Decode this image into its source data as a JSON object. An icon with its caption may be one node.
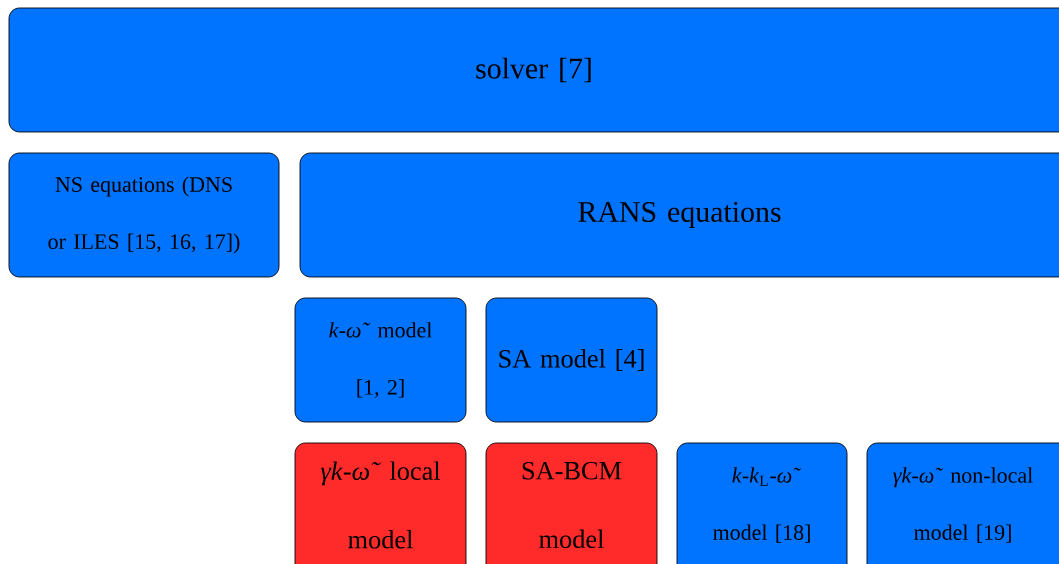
{
  "diagram": {
    "nodes": [
      {
        "text": [
          "solver [7]"
        ]
      },
      {
        "text": [
          "NS equations (DNS or ILES [15, 16, 17])"
        ]
      },
      {
        "text": [
          "RANS equations"
        ]
      },
      {
        "text": [
          "*k*-*ω̃* model [1, 2]"
        ]
      },
      {
        "text": [
          "SA model [4]"
        ]
      },
      {
        "text": [
          "*γk*-*ω̃* local model"
        ]
      },
      {
        "text": [
          "SA-BCM model"
        ]
      },
      {
        "text": [
          "*k*-*k*$_{L}$-*ω̃* model [18]"
        ]
      },
      {
        "text": [
          "*γk*-*ω̃* non-local model [19]"
        ]
      }
    ]
  }
}
